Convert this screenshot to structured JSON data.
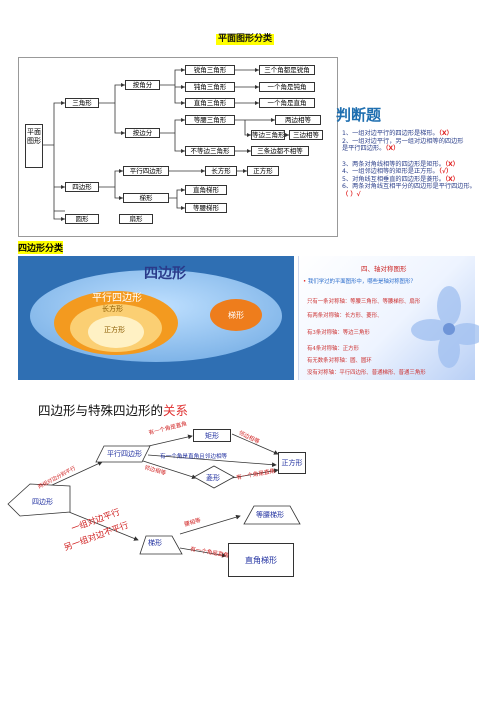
{
  "section1": {
    "title": "平面图形分类",
    "tree": {
      "root": "平面图形",
      "l1": [
        "三角形",
        "四边形",
        "圆形",
        "扇形"
      ],
      "tri_l2": [
        "按角分",
        "按边分"
      ],
      "angle_types": [
        "锐角三角形",
        "钝角三角形",
        "直角三角形"
      ],
      "angle_desc": [
        "三个角都是锐角",
        "一个角是钝角",
        "一个角是直角"
      ],
      "side_types": [
        "等腰三角形",
        "不等边三角形"
      ],
      "isosceles_sub": [
        "两边相等",
        "等边三角形",
        "三边相等"
      ],
      "scalene_desc": "三条边都不相等",
      "quad_l2": [
        "平行四边形",
        "梯形"
      ],
      "parallelogram_sub": [
        "长方形",
        "正方形"
      ],
      "trapezoid_sub": [
        "直角梯形",
        "等腰梯形"
      ]
    },
    "judge": {
      "heading": "判断题",
      "items": [
        {
          "text": "1、一组对边平行的四边形是梯形。",
          "mark": "（X）"
        },
        {
          "text": "2、一组对边平行，另一组对边相等的四边形",
          "mark": ""
        },
        {
          "text": "是平行四边形。",
          "mark": "（X）"
        },
        {
          "text": "3、两条对角线相等的四边形是矩形。",
          "mark": "（X）"
        },
        {
          "text": "4、一组邻边相等的矩形是正方形。",
          "mark": "（√）"
        },
        {
          "text": "5、对角线互相垂直的四边形是菱形。",
          "mark": "（X）"
        },
        {
          "text": "6、两条对角线互相平分的四边形是平行四边形。",
          "mark": ""
        },
        {
          "text": "",
          "mark": "（ ）√"
        }
      ]
    }
  },
  "section2": {
    "title": "四边形分类",
    "venn": {
      "outer": "四边形",
      "parallelogram": "平行四边形",
      "rectangle": "长方形",
      "square": "正方形",
      "trapezoid": "梯形"
    },
    "symmetry": {
      "heading": "四、轴对称图形",
      "question": "我们学过的平面图形中，哪些是轴对称图形？",
      "lines": [
        "只有一条对称轴：等腰三角形、等腰梯形、扇形",
        "有两条对称轴：长方形、菱形、",
        "有3条对称轴：等边三角形",
        "有4条对称轴：正方形",
        "有无数条对称轴：圆、圆环",
        "没有对称轴：平行四边形、普通梯形、普通三角形"
      ]
    }
  },
  "section3": {
    "title_main": "四边形与特殊四边形的",
    "title_highlight": "关系",
    "nodes": {
      "quad": "四边形",
      "parallelogram": "平行四边形",
      "rectangle": "矩形",
      "rhombus": "菱形",
      "square": "正方形",
      "trapezoid": "梯形",
      "iso_trap": "等腰梯形",
      "right_trap": "直角梯形"
    },
    "labels": {
      "p_to_rect": "有一个角是直角",
      "rect_to_sq": "邻边相等",
      "p_to_sq": "有一个角是直角且邻边相等",
      "p_to_rhombus": "邻边相等",
      "rhombus_to_sq": "有一个角是直角",
      "quad_to_p": "两组对边分别平行",
      "quad_to_trap_1": "一组对边平行",
      "quad_to_trap_2": "另一组对边不平行",
      "trap_to_iso": "腰相等",
      "trap_to_right": "有一个角是直角"
    }
  }
}
